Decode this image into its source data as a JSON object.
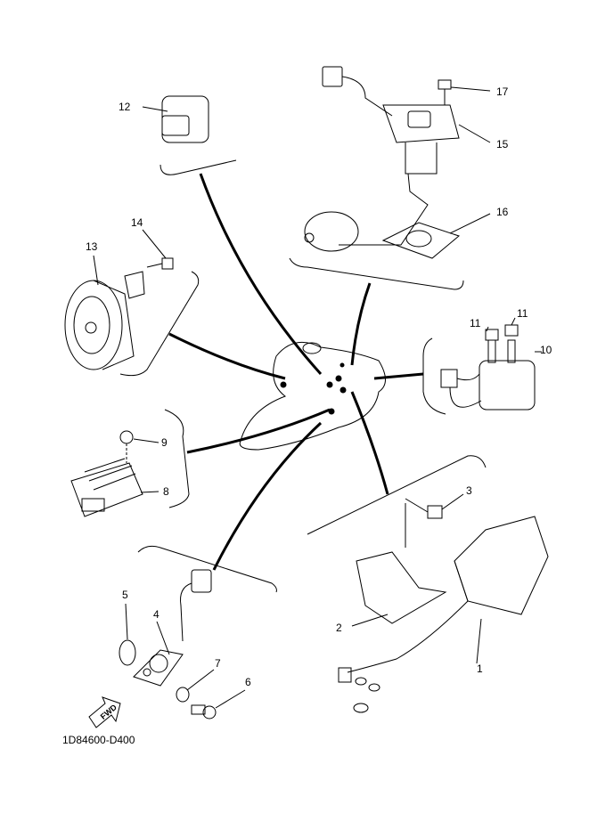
{
  "diagram": {
    "part_labels": [
      "1",
      "2",
      "3",
      "4",
      "5",
      "6",
      "7",
      "8",
      "9",
      "10",
      "11",
      "11",
      "12",
      "13",
      "14",
      "15",
      "16",
      "17"
    ],
    "fwd_label": "FWD",
    "diagram_code": "1D84600-D400",
    "line_color": "#000000",
    "background": "#ffffff"
  }
}
